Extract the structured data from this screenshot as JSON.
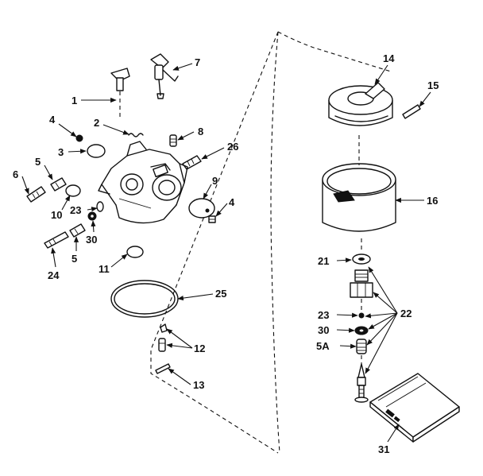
{
  "callouts": {
    "c1": "1",
    "c2": "2",
    "c3": "3",
    "c4a": "4",
    "c4b": "4",
    "c5a": "5",
    "c5b": "5",
    "c5A": "5A",
    "c6": "6",
    "c7": "7",
    "c8": "8",
    "c9": "9",
    "c10": "10",
    "c11": "11",
    "c12": "12",
    "c13": "13",
    "c14": "14",
    "c15": "15",
    "c16": "16",
    "c21": "21",
    "c22": "22",
    "c23a": "23",
    "c23b": "23",
    "c24": "24",
    "c25": "25",
    "c26": "26",
    "c30a": "30",
    "c30b": "30",
    "c31": "31"
  }
}
